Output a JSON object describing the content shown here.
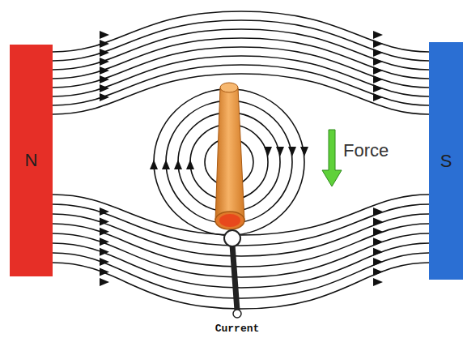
{
  "diagram": {
    "nodes": [
      {
        "text": [
          "N"
        ]
      },
      {
        "text": [
          "S"
        ]
      }
    ],
    "labels": [
      "Force",
      "Current"
    ]
  }
}
